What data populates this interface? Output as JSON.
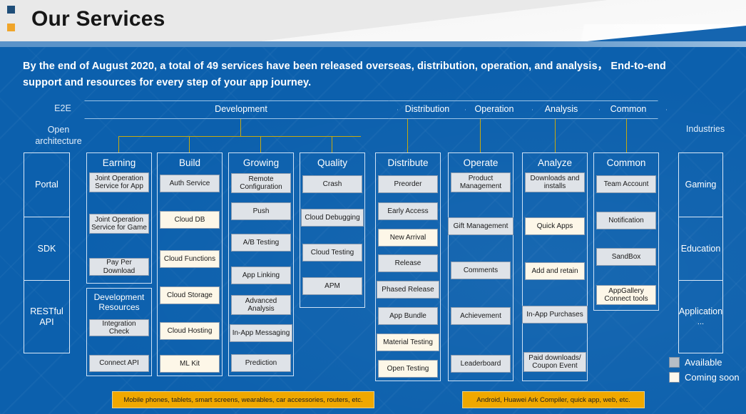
{
  "header": {
    "title": "Our Services",
    "bullets": [
      "blue-square",
      "orange-square",
      "red-square"
    ]
  },
  "intro": "By the end of August 2020, a total of 49 services have been released overseas, distribution, operation, and analysis， End-to-end support and resources for every step of your app journey.",
  "e2e": {
    "label": "E2E",
    "phases": [
      {
        "label": "Development"
      },
      {
        "label": "Distribution"
      },
      {
        "label": "Operation"
      },
      {
        "label": "Analysis"
      },
      {
        "label": "Common"
      }
    ]
  },
  "open_architecture": {
    "label": "Open architecture",
    "items": [
      "Portal",
      "SDK",
      "RESTful API"
    ]
  },
  "industries": {
    "label": "Industries",
    "items": [
      "Gaming",
      "Education",
      "Application\n..."
    ]
  },
  "groups": [
    {
      "title": "Earning",
      "items": [
        {
          "label": "Joint Operation Service for App",
          "state": "available"
        },
        {
          "label": "Joint Operation Service for Game",
          "state": "available"
        },
        {
          "label": "Pay Per Download",
          "state": "available"
        }
      ]
    },
    {
      "title": "Development Resources",
      "items": [
        {
          "label": "Integration Check",
          "state": "available"
        },
        {
          "label": "Connect API",
          "state": "available"
        }
      ]
    },
    {
      "title": "Build",
      "items": [
        {
          "label": "Auth Service",
          "state": "available"
        },
        {
          "label": "Cloud DB",
          "state": "soon"
        },
        {
          "label": "Cloud Functions",
          "state": "soon"
        },
        {
          "label": "Cloud Storage",
          "state": "soon"
        },
        {
          "label": "Cloud Hosting",
          "state": "soon"
        },
        {
          "label": "ML Kit",
          "state": "soon"
        }
      ]
    },
    {
      "title": "Growing",
      "items": [
        {
          "label": "Remote Configuration",
          "state": "available"
        },
        {
          "label": "Push",
          "state": "available"
        },
        {
          "label": "A/B Testing",
          "state": "available"
        },
        {
          "label": "App Linking",
          "state": "available"
        },
        {
          "label": "Advanced Analysis",
          "state": "available"
        },
        {
          "label": "In-App Messaging",
          "state": "available"
        },
        {
          "label": "Prediction",
          "state": "available"
        }
      ]
    },
    {
      "title": "Quality",
      "items": [
        {
          "label": "Crash",
          "state": "available"
        },
        {
          "label": "Cloud Debugging",
          "state": "available"
        },
        {
          "label": "Cloud Testing",
          "state": "available"
        },
        {
          "label": "APM",
          "state": "available"
        }
      ]
    },
    {
      "title": "Distribute",
      "items": [
        {
          "label": "Preorder",
          "state": "available"
        },
        {
          "label": "Early Access",
          "state": "available"
        },
        {
          "label": "New Arrival",
          "state": "soon"
        },
        {
          "label": "Release",
          "state": "available"
        },
        {
          "label": "Phased Release",
          "state": "available"
        },
        {
          "label": "App Bundle",
          "state": "available"
        },
        {
          "label": "Material Testing",
          "state": "soon"
        },
        {
          "label": "Open Testing",
          "state": "soon"
        }
      ]
    },
    {
      "title": "Operate",
      "items": [
        {
          "label": "Product Management",
          "state": "available"
        },
        {
          "label": "Gift Management",
          "state": "available"
        },
        {
          "label": "Comments",
          "state": "available"
        },
        {
          "label": "Achievement",
          "state": "available"
        },
        {
          "label": "Leaderboard",
          "state": "available"
        }
      ]
    },
    {
      "title": "Analyze",
      "items": [
        {
          "label": "Downloads and installs",
          "state": "available"
        },
        {
          "label": "Quick Apps",
          "state": "soon"
        },
        {
          "label": "Add and retain",
          "state": "soon"
        },
        {
          "label": "In-App Purchases",
          "state": "available"
        },
        {
          "label": "Paid downloads/ Coupon Event",
          "state": "available"
        }
      ]
    },
    {
      "title": "Common",
      "items": [
        {
          "label": "Team Account",
          "state": "available"
        },
        {
          "label": "Notification",
          "state": "available"
        },
        {
          "label": "SandBox",
          "state": "available"
        },
        {
          "label": "AppGallery Connect tools",
          "state": "soon"
        }
      ]
    }
  ],
  "legend": [
    {
      "label": "Available",
      "state": "available"
    },
    {
      "label": "Coming soon",
      "state": "soon"
    }
  ],
  "banners": [
    "Mobile phones, tablets, smart screens, wearables, car accessories, routers, etc.",
    "Android, Huawei Ark Compiler, quick app, web, etc."
  ],
  "colors": {
    "background": "#0c60ad",
    "header_bg": "#e8e8e8",
    "connector": "#c8a90e",
    "banner": "#f0a800",
    "available": "#dfe3e8",
    "coming_soon": "#fdf7e8"
  }
}
